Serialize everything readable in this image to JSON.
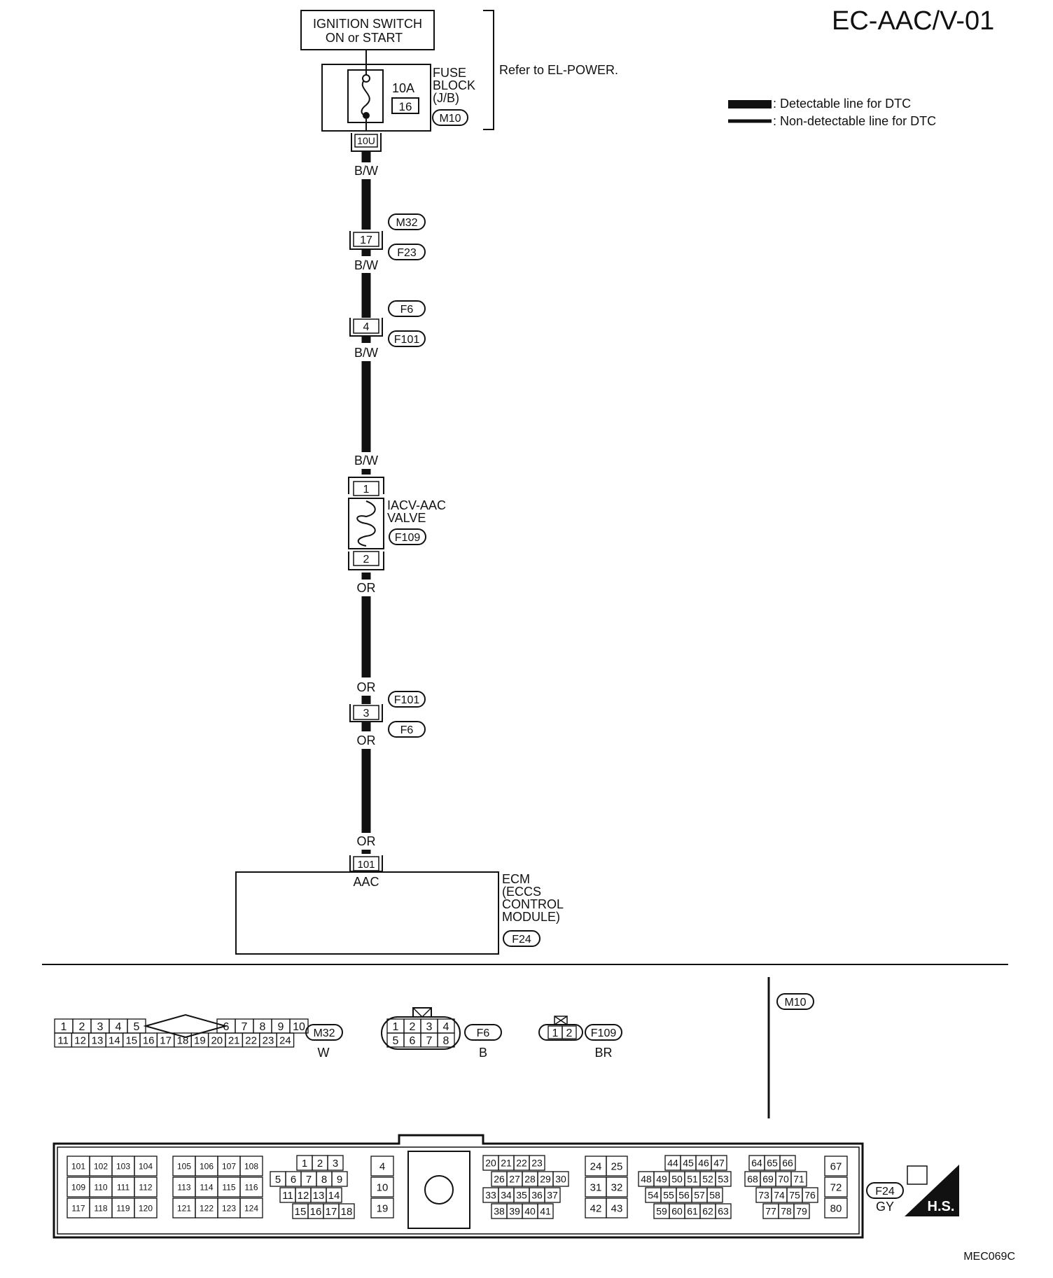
{
  "page_title": "EC-AAC/V-01",
  "figure_code": "MEC069C",
  "note": "Refer to EL-POWER.",
  "legend": {
    "detectable": ": Detectable line for DTC",
    "non_detectable": ": Non-detectable line for DTC"
  },
  "ignition": {
    "line1": "IGNITION SWITCH",
    "line2": "ON or START"
  },
  "fuse": {
    "rating": "10A",
    "number": "16",
    "line1": "FUSE",
    "line2": "BLOCK",
    "line3": "(J/B)",
    "connector": "M10",
    "terminal": "10U"
  },
  "wire_colors": {
    "bw": "B/W",
    "or": "OR"
  },
  "junction_m32_f23": {
    "top": "M32",
    "bottom": "F23",
    "pin": "17"
  },
  "junction_f6_f101_a": {
    "top": "F6",
    "bottom": "F101",
    "pin": "4"
  },
  "junction_f101_f6_b": {
    "top": "F101",
    "bottom": "F6",
    "pin": "3"
  },
  "valve": {
    "line1": "IACV-AAC",
    "line2": "VALVE",
    "connector": "F109",
    "pin_top": "1",
    "pin_bottom": "2"
  },
  "ecm": {
    "pin": "101",
    "terminal_label": "AAC",
    "line1": "ECM",
    "line2": "(ECCS",
    "line3": "CONTROL",
    "line4": "MODULE)",
    "connector": "F24"
  },
  "connectors": {
    "m32": {
      "id": "M32",
      "color": "W",
      "row1_left": [
        "1",
        "2",
        "3",
        "4",
        "5"
      ],
      "row1_right": [
        "6",
        "7",
        "8",
        "9",
        "10"
      ],
      "row2": [
        "11",
        "12",
        "13",
        "14",
        "15",
        "16",
        "17",
        "18",
        "19",
        "20",
        "21",
        "22",
        "23",
        "24"
      ]
    },
    "f6": {
      "id": "F6",
      "color": "B",
      "row1": [
        "1",
        "2",
        "3",
        "4"
      ],
      "row2": [
        "5",
        "6",
        "7",
        "8"
      ]
    },
    "f109": {
      "id": "F109",
      "color": "BR",
      "pins": [
        "1",
        "2"
      ]
    },
    "m10": {
      "id": "M10"
    },
    "f24": {
      "id": "F24",
      "color": "GY",
      "badge": "H.S.",
      "g1": [
        [
          "101",
          "102",
          "103",
          "104"
        ],
        [
          "109",
          "110",
          "111",
          "112"
        ],
        [
          "117",
          "118",
          "119",
          "120"
        ]
      ],
      "g2": [
        [
          "105",
          "106",
          "107",
          "108"
        ],
        [
          "113",
          "114",
          "115",
          "116"
        ],
        [
          "121",
          "122",
          "123",
          "124"
        ]
      ],
      "g3": [
        [
          "1",
          "2",
          "3"
        ],
        [
          "5",
          "6",
          "7",
          "8",
          "9"
        ],
        [
          "11",
          "12",
          "13",
          "14"
        ],
        [
          "15",
          "16",
          "17",
          "18"
        ]
      ],
      "g4": [
        "4",
        "10",
        "19"
      ],
      "g5": [
        [
          "20",
          "21",
          "22",
          "23"
        ],
        [
          "26",
          "27",
          "28",
          "29",
          "30"
        ],
        [
          "33",
          "34",
          "35",
          "36",
          "37"
        ],
        [
          "38",
          "39",
          "40",
          "41"
        ]
      ],
      "g6": [
        [
          "24",
          "25"
        ],
        [
          "31",
          "32"
        ],
        [
          "42",
          "43"
        ]
      ],
      "g7": [
        [
          "44",
          "45",
          "46",
          "47"
        ],
        [
          "48",
          "49",
          "50",
          "51",
          "52",
          "53"
        ],
        [
          "54",
          "55",
          "56",
          "57",
          "58"
        ],
        [
          "59",
          "60",
          "61",
          "62",
          "63"
        ]
      ],
      "g8": [
        [
          "64",
          "65",
          "66"
        ],
        [
          "68",
          "69",
          "70",
          "71"
        ],
        [
          "73",
          "74",
          "75",
          "76"
        ],
        [
          "77",
          "78",
          "79"
        ]
      ],
      "g9": [
        "67",
        "72",
        "80"
      ]
    }
  }
}
